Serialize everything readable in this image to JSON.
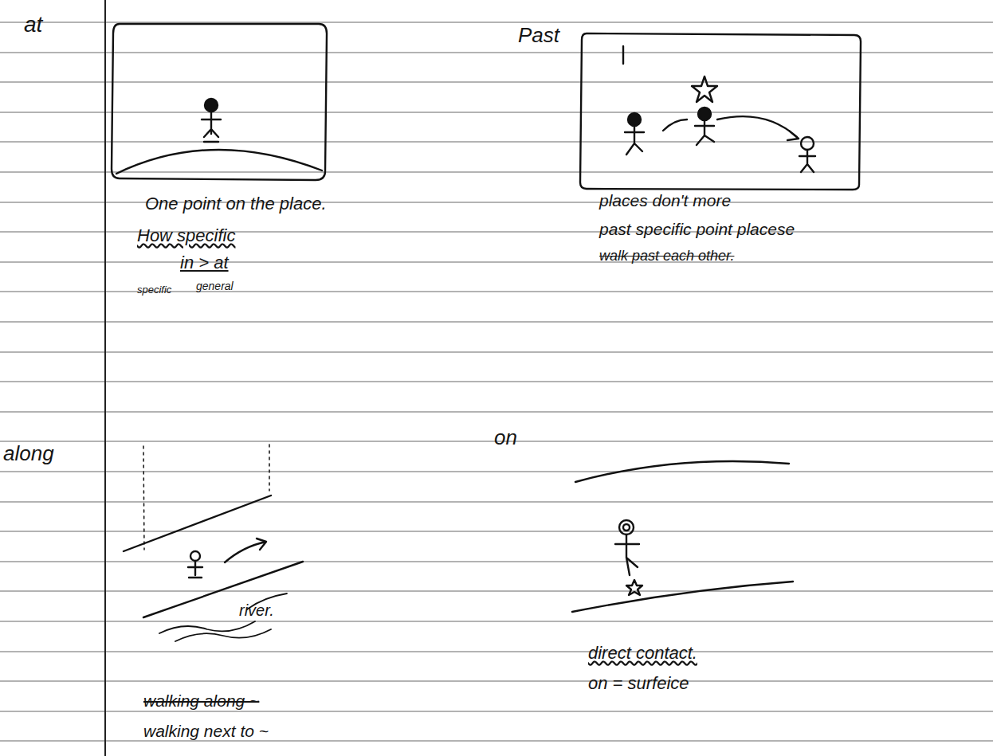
{
  "diagram": {
    "labels": [
      "at",
      "One point on the place.",
      "How specific",
      "in > at",
      "specific",
      "general",
      "Past",
      "places don't more",
      "past specific point placese",
      "walk past each other.",
      "along",
      "river.",
      "walking along ~",
      "walking next to ~",
      "on",
      "direct contact.",
      "on = surfeice"
    ]
  }
}
